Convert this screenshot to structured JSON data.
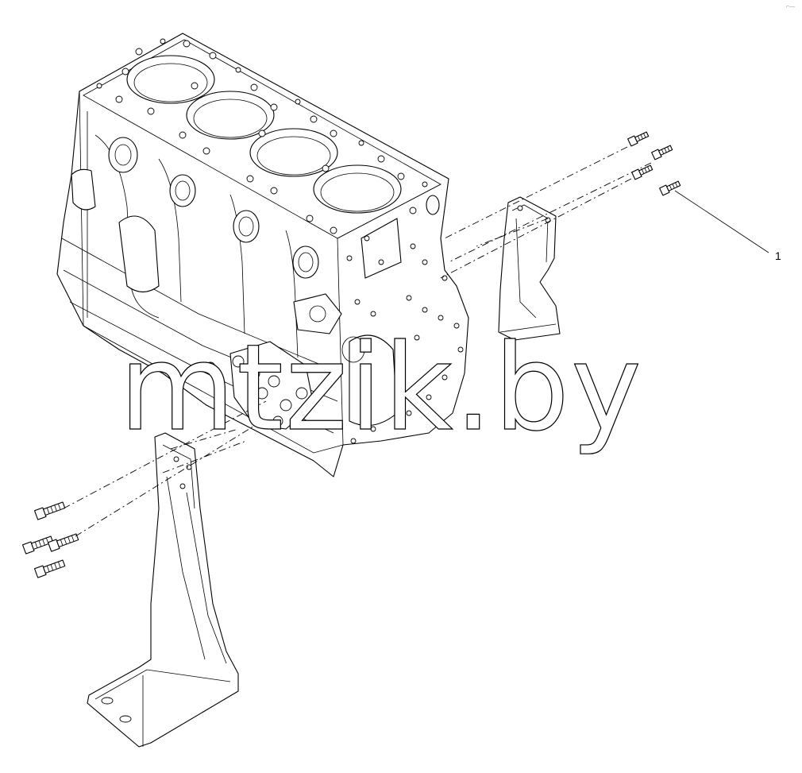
{
  "diagram": {
    "callouts": [
      {
        "id": "1",
        "label": "1"
      }
    ],
    "watermark": "mtzik.by",
    "corner_mark": "⌐—"
  }
}
